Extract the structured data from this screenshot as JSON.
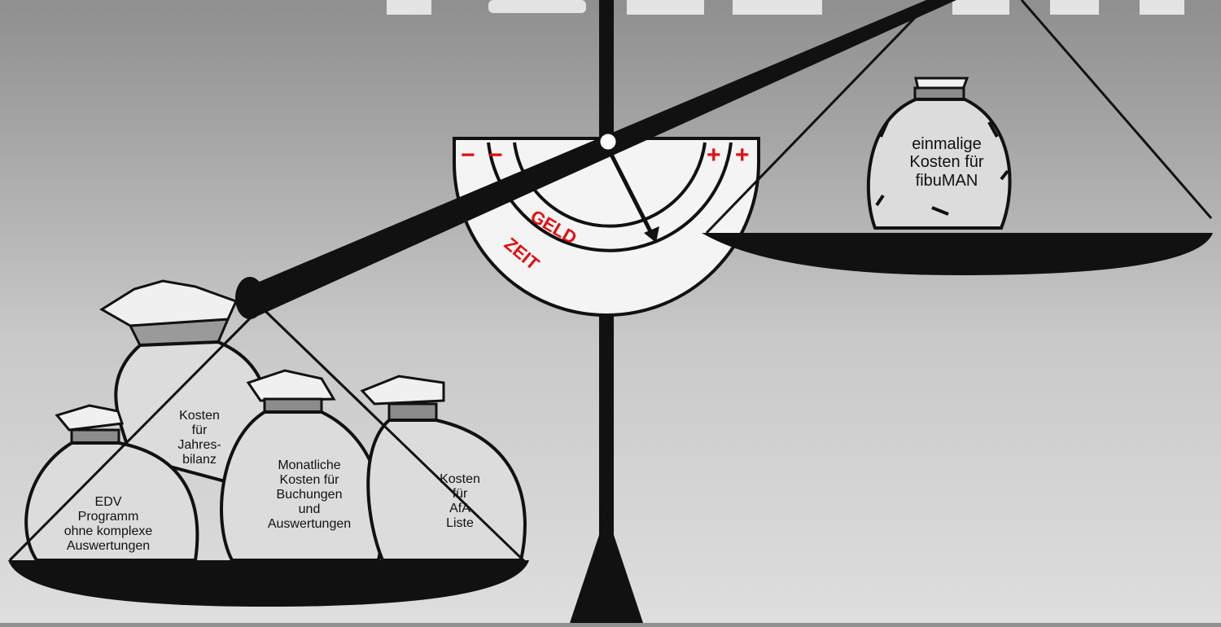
{
  "dial": {
    "minus_1": "−",
    "minus_2": "−",
    "plus_1": "+",
    "plus_2": "+",
    "geld": "GELD",
    "zeit": "ZEIT"
  },
  "right_bag": {
    "lines": [
      "einmalige",
      "Kosten für",
      "fibuMAN"
    ]
  },
  "left_bags": [
    {
      "lines": [
        "EDV",
        "Programm",
        "ohne komplexe",
        "Auswertungen"
      ]
    },
    {
      "lines": [
        "Kosten",
        "für",
        "Jahres-",
        "bilanz"
      ]
    },
    {
      "lines": [
        "Monatliche",
        "Kosten für",
        "Buchungen",
        "und",
        "Auswertungen"
      ]
    },
    {
      "lines": [
        "Kosten",
        "für",
        "AfA",
        "Liste"
      ]
    }
  ],
  "colors": {
    "ink": "#111111",
    "accent_red": "#e01010",
    "bag_fill": "#dcdcdc"
  },
  "icons": [
    "balance-scale-icon",
    "money-bag-icon"
  ]
}
